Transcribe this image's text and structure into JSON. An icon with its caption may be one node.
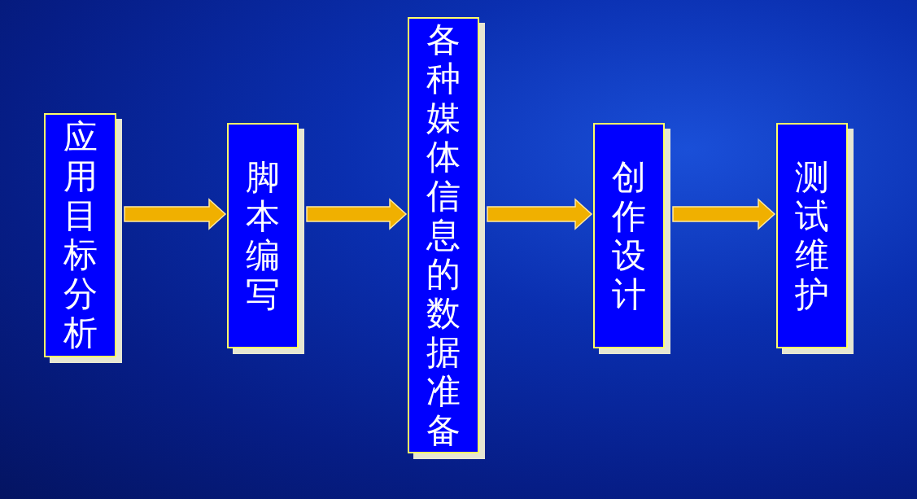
{
  "diagram": {
    "nodes": [
      {
        "text": [
          "应用目标分析"
        ]
      },
      {
        "text": [
          "脚本编写"
        ]
      },
      {
        "text": [
          "各种媒体信息的数据准备"
        ]
      },
      {
        "text": [
          "创作设计"
        ]
      },
      {
        "text": [
          "测试维护"
        ]
      }
    ],
    "edges": [
      {
        "from": 0,
        "to": 1,
        "arrow": "to"
      },
      {
        "from": 1,
        "to": 2,
        "arrow": "to"
      },
      {
        "from": 2,
        "to": 3,
        "arrow": "to"
      },
      {
        "from": 3,
        "to": 4,
        "arrow": "to"
      }
    ]
  }
}
